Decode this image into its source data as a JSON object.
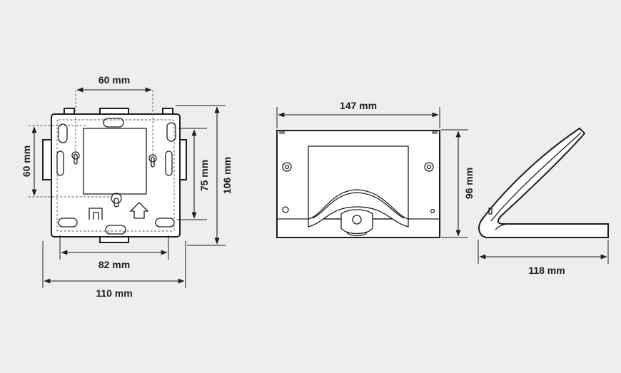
{
  "dimensions": {
    "front_width_top": "60 mm",
    "front_height_inner": "60 mm",
    "front_height_75": "75 mm",
    "front_height_total": "106 mm",
    "front_width_82": "82 mm",
    "front_width_total": "110 mm",
    "back_width": "147 mm",
    "side_height": "96 mm",
    "side_depth": "118 mm"
  },
  "colors": {
    "background": "#eeeeee",
    "line": "#1e1e1e"
  }
}
